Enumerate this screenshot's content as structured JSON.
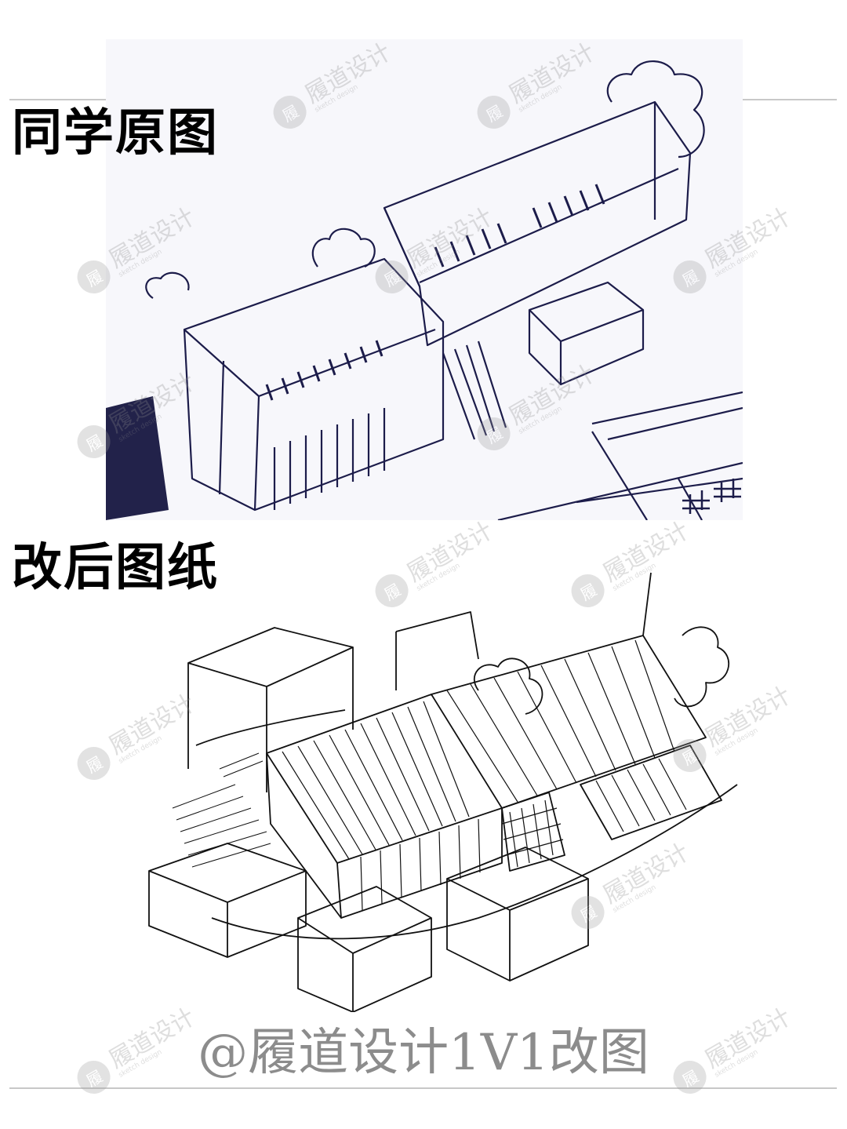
{
  "labels": {
    "original": "同学原图",
    "revised": "改后图纸"
  },
  "footer": "@履道设计1V1改图",
  "watermark": {
    "badge_char": "履",
    "main": "履道设计",
    "sub": "sketch design"
  }
}
